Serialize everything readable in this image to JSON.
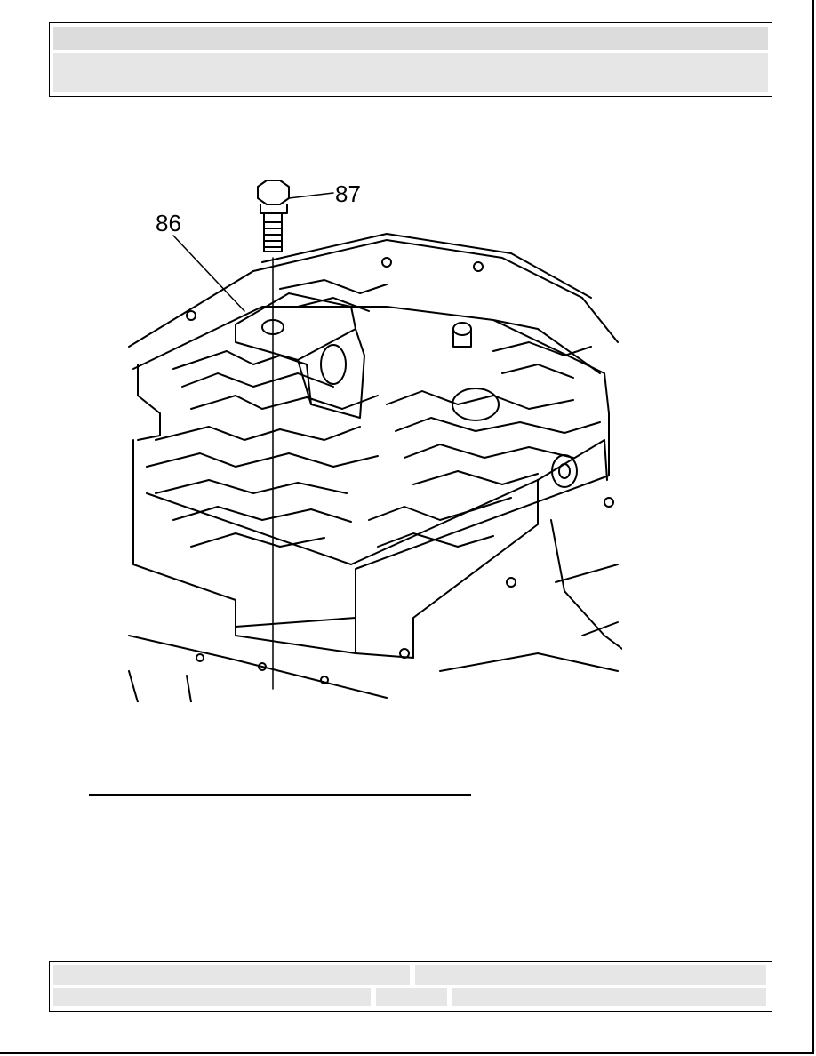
{
  "figure": {
    "callouts": [
      {
        "id": "bracket",
        "label": "86"
      },
      {
        "id": "bolt",
        "label": "87"
      }
    ]
  },
  "colors": {
    "header_bar": "#dcdcdc",
    "cell": "#e6e6e6",
    "ink": "#000000"
  }
}
